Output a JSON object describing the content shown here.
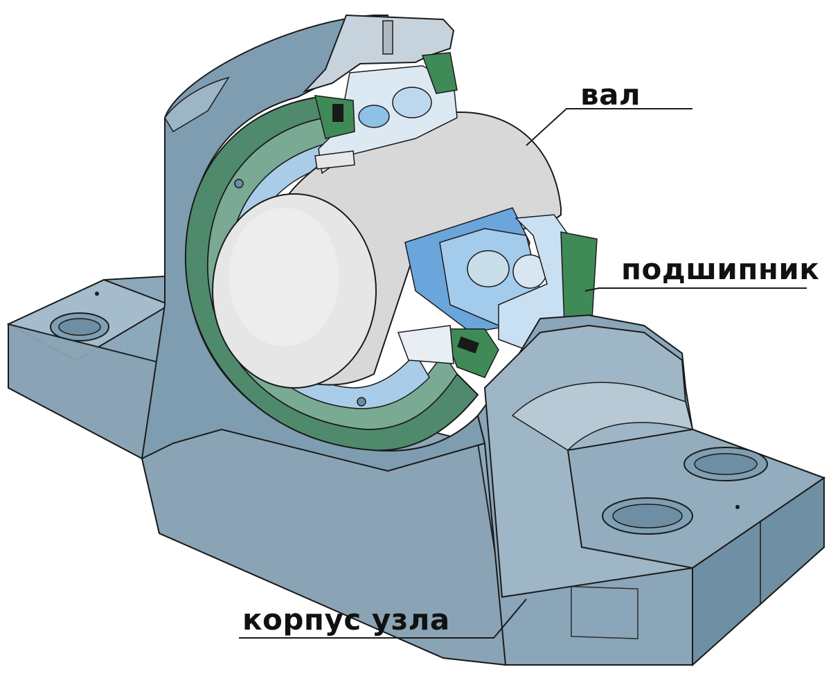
{
  "labels": {
    "shaft": "вал",
    "bearing": "подшипник",
    "housing": "корпус узла"
  },
  "colors": {
    "housing": "#7f9fb2",
    "housing_light": "#a9c0cd",
    "housing_dark": "#5d7d92",
    "shaft": "#dcdcdc",
    "bearing_blue": "#7fb2e0",
    "bearing_light": "#c8e0f4",
    "seal_green": "#3a8a50",
    "seal_light": "#6fae7c",
    "outline": "#1a1a1a"
  }
}
